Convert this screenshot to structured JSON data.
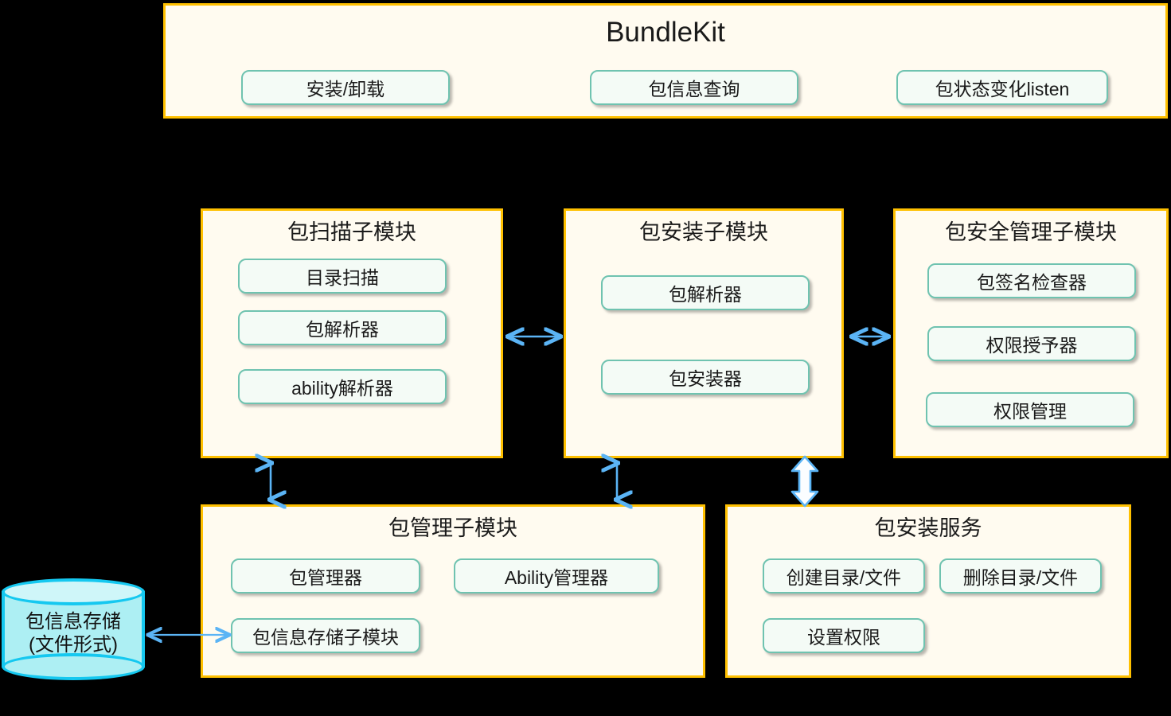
{
  "diagram": {
    "title": "BundleKit",
    "background_color": "#000000",
    "box_fill": "#FFFBF0",
    "box_border": "#FFC000",
    "pill_fill": "#F4FBF6",
    "pill_border": "#6FC3B0",
    "arrow_color": "#5BB4F5",
    "cylinder_fill": "#ADEFF3",
    "cylinder_border": "#15C8F0"
  },
  "top": {
    "title": "BundleKit",
    "items": [
      {
        "label": "安装/卸载"
      },
      {
        "label": "包信息查询"
      },
      {
        "label": "包状态变化listen"
      }
    ]
  },
  "scan_module": {
    "title": "包扫描子模块",
    "items": [
      {
        "label": "目录扫描"
      },
      {
        "label": "包解析器"
      },
      {
        "label": "ability解析器"
      }
    ]
  },
  "install_module": {
    "title": "包安装子模块",
    "items": [
      {
        "label": "包解析器"
      },
      {
        "label": "包安装器"
      }
    ]
  },
  "security_module": {
    "title": "包安全管理子模块",
    "items": [
      {
        "label": "包签名检查器"
      },
      {
        "label": "权限授予器"
      },
      {
        "label": "权限管理"
      }
    ]
  },
  "manage_module": {
    "title": "包管理子模块",
    "items": [
      {
        "label": "包管理器"
      },
      {
        "label": "Ability管理器"
      },
      {
        "label": "包信息存储子模块"
      }
    ]
  },
  "service_module": {
    "title": "包安装服务",
    "items": [
      {
        "label": "创建目录/文件"
      },
      {
        "label": "删除目录/文件"
      },
      {
        "label": "设置权限"
      }
    ]
  },
  "storage": {
    "line1": "包信息存储",
    "line2": "(文件形式)"
  },
  "connectors": [
    {
      "name": "scan-to-install",
      "style": "thin-bidirectional",
      "orientation": "horizontal"
    },
    {
      "name": "install-to-security",
      "style": "thin-bidirectional",
      "orientation": "horizontal"
    },
    {
      "name": "scan-to-manage",
      "style": "thin-bidirectional",
      "orientation": "vertical"
    },
    {
      "name": "install-to-manage",
      "style": "thin-bidirectional",
      "orientation": "vertical"
    },
    {
      "name": "install-to-service",
      "style": "thick-bidirectional",
      "orientation": "vertical"
    },
    {
      "name": "storage-to-cylinder",
      "style": "thin-bidirectional",
      "orientation": "horizontal"
    }
  ]
}
